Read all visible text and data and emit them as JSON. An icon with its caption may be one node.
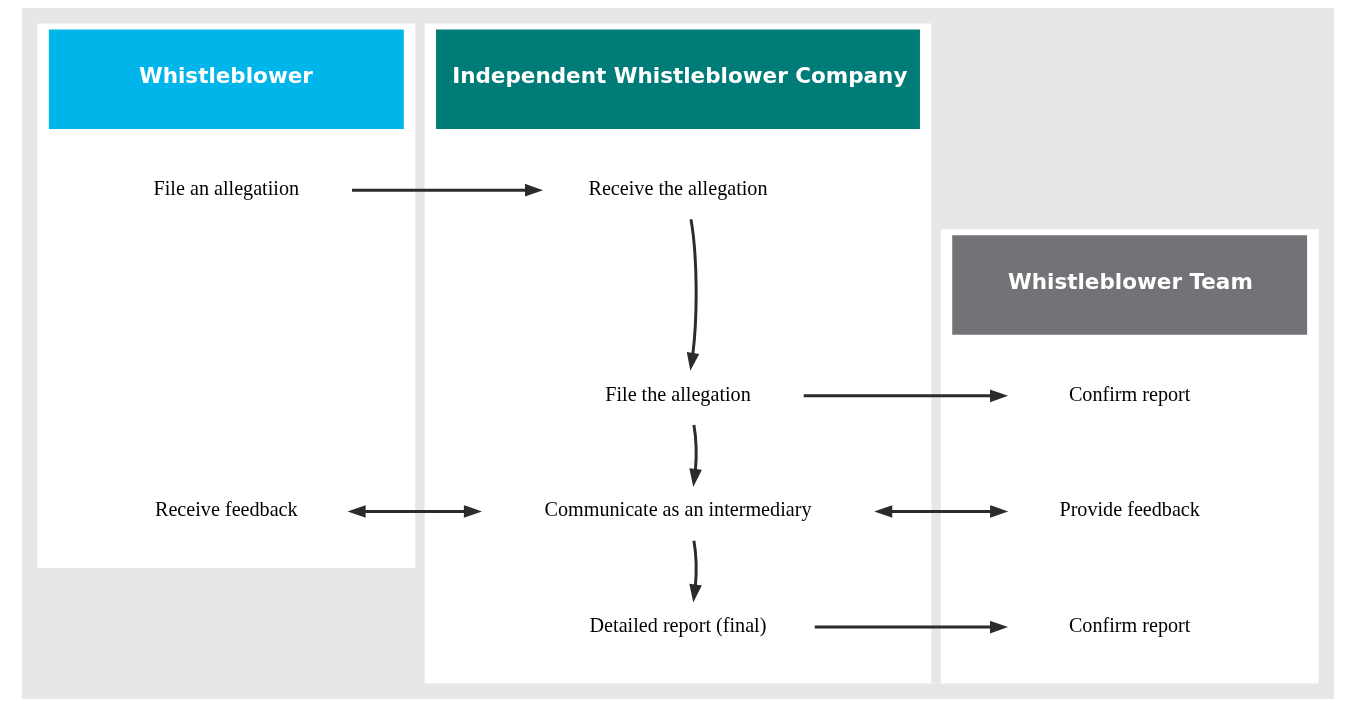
{
  "diagram": {
    "nodes": [
      {
        "text": [
          "Whistleblower"
        ]
      },
      {
        "text": [
          "Independent Whistleblower Company"
        ]
      },
      {
        "text": [
          "Whistleblower Team"
        ]
      },
      {
        "text": [
          "File an allegatiion"
        ],
        "in": 0
      },
      {
        "text": [
          "Receive feedback"
        ],
        "in": 0
      },
      {
        "text": [
          "Receive the allegation"
        ],
        "in": 1
      },
      {
        "text": [
          "File the allegation"
        ],
        "in": 1
      },
      {
        "text": [
          "Communicate as an intermediary"
        ],
        "in": 1
      },
      {
        "text": [
          "Detailed report (final)"
        ],
        "in": 1
      },
      {
        "text": [
          "Confirm report"
        ],
        "in": 2
      },
      {
        "text": [
          "Provide feedback"
        ],
        "in": 2
      },
      {
        "text": [
          "Confirm report"
        ],
        "in": 2
      }
    ],
    "edges": [
      {
        "from": 3,
        "to": 5,
        "arrow": "to"
      },
      {
        "from": 5,
        "to": 6,
        "arrow": "to"
      },
      {
        "from": 6,
        "to": 9,
        "arrow": "to"
      },
      {
        "from": 6,
        "to": 7,
        "arrow": "to"
      },
      {
        "from": 4,
        "to": 7,
        "arrow": "both"
      },
      {
        "from": 7,
        "to": 10,
        "arrow": "both"
      },
      {
        "from": 7,
        "to": 8,
        "arrow": "to"
      },
      {
        "from": 8,
        "to": 11,
        "arrow": "to"
      }
    ]
  }
}
